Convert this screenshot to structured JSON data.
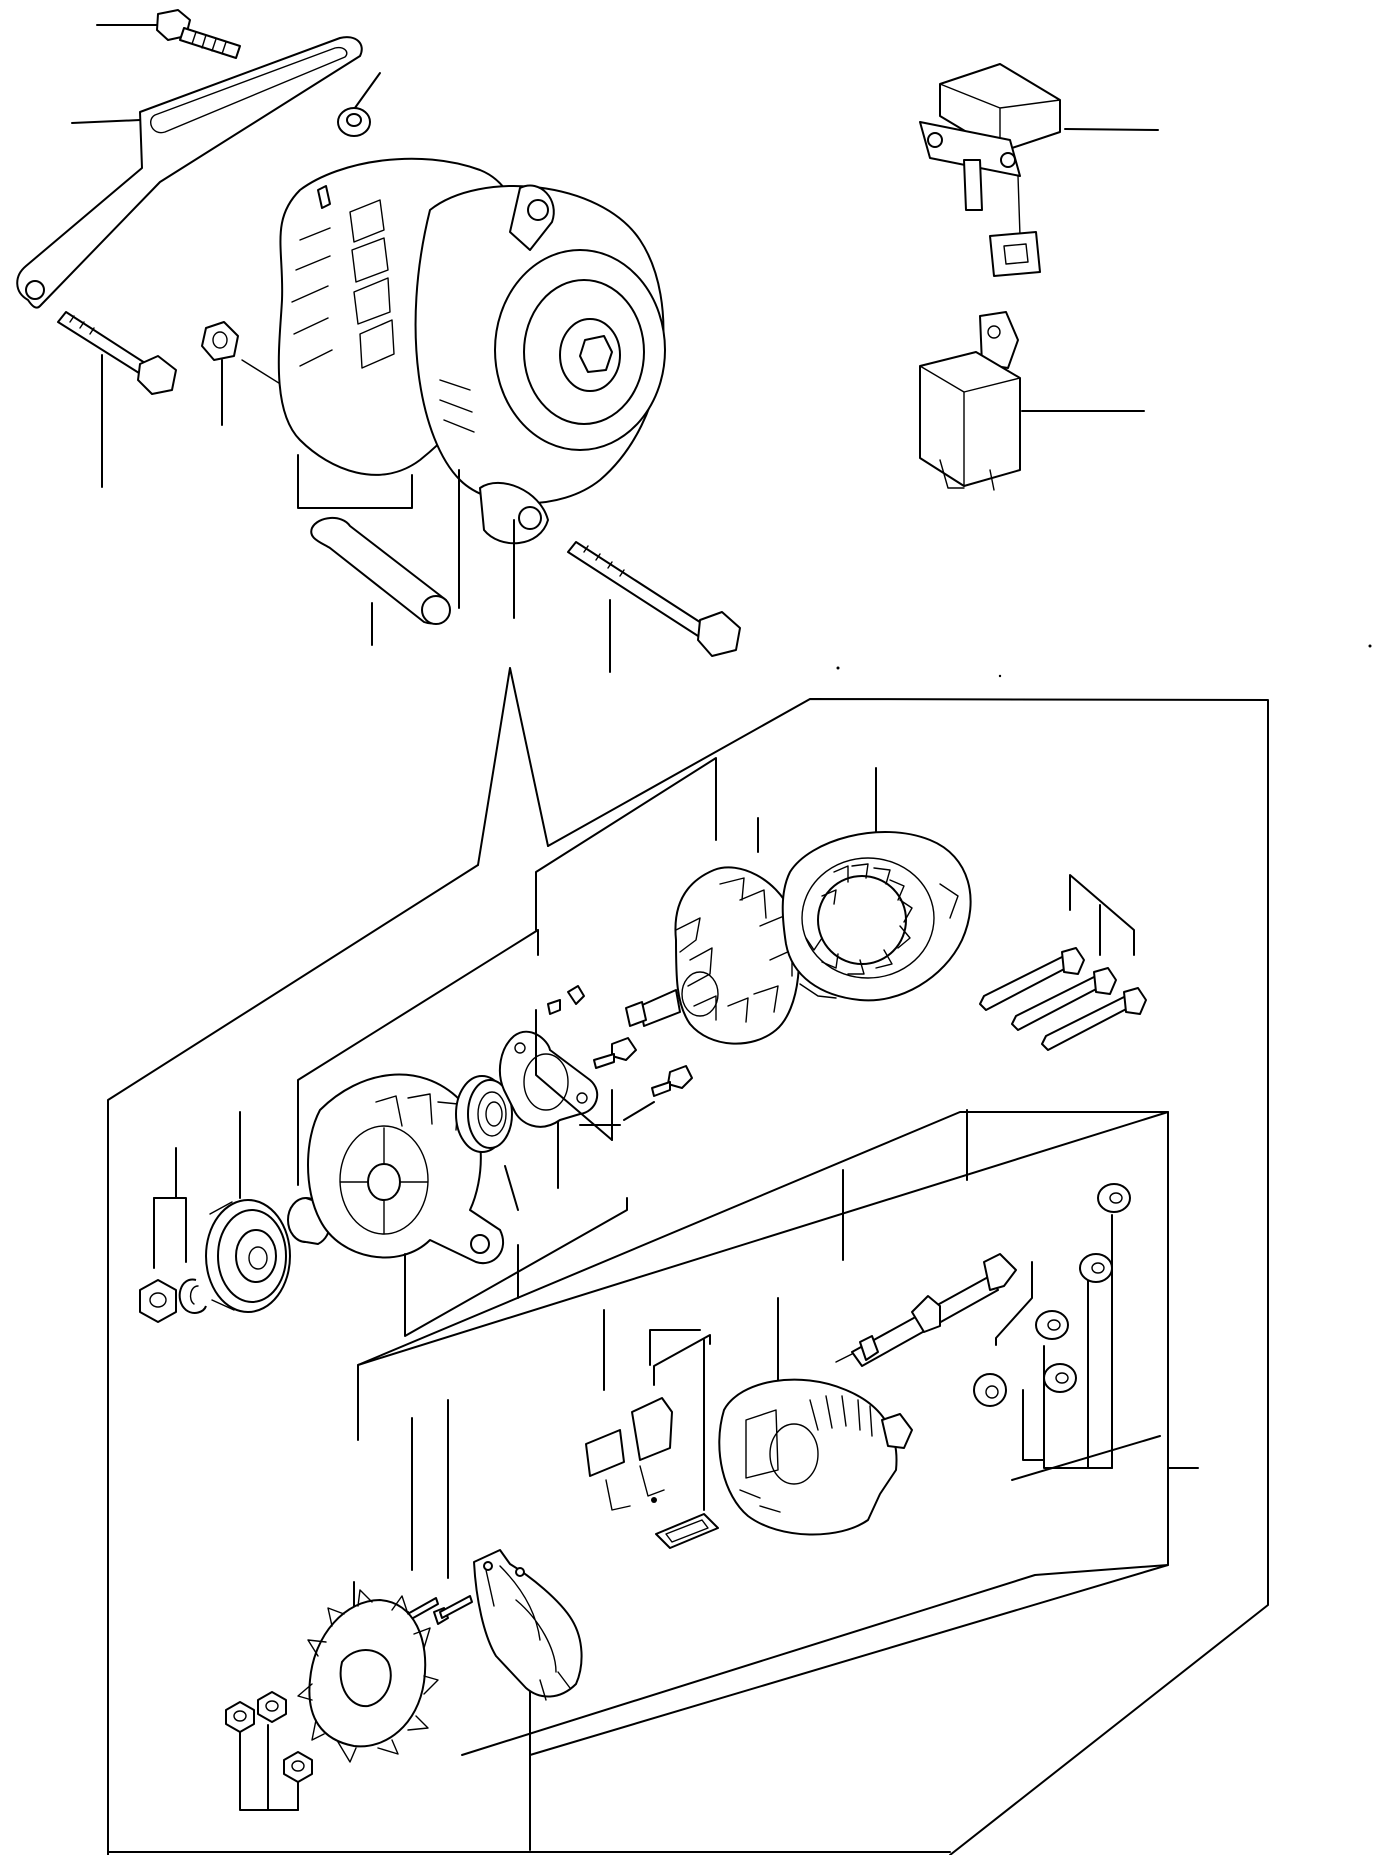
{
  "colors": {
    "line": "#000000",
    "background": "#ffffff"
  },
  "callout_count": 31,
  "parts": [
    "bolt-top",
    "adjusting-bracket",
    "spacer-washer",
    "mounting-bolt-left",
    "nut-washer",
    "alternator-assembly",
    "collar-sleeve",
    "through-bolt",
    "regulator-module",
    "relay",
    "pulley-nut",
    "lock-washer",
    "pulley",
    "front-collar",
    "front-frame",
    "bearing",
    "bearing-retainer",
    "retainer-screws",
    "rotor",
    "stator",
    "through-bolts-set",
    "rear-frame",
    "rear-bearing-shaft",
    "bushings",
    "brush-holder",
    "terminal-plate",
    "rectifier",
    "terminal-screws",
    "fan-plate",
    "rear-nuts"
  ]
}
